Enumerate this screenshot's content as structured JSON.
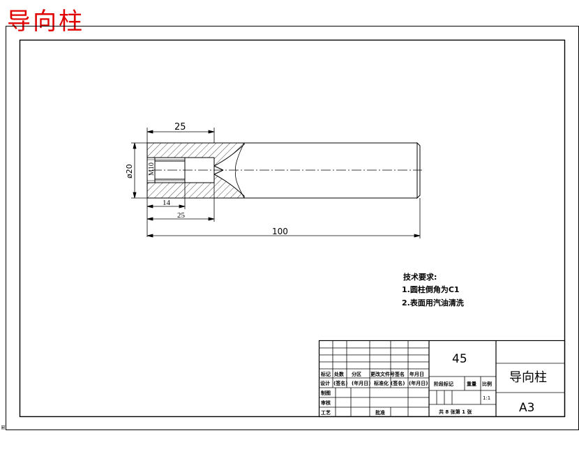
{
  "header": {
    "title": "导向柱"
  },
  "drawing": {
    "dim_hole_depth_top": "25",
    "dim_diameter": "ø20",
    "dim_thread": "M10",
    "dim_thread_depth": "14",
    "dim_counterbore_depth": "25",
    "dim_length": "100"
  },
  "tech_requirements": {
    "heading": "技术要求:",
    "items": [
      "1.圆柱倒角为C1",
      "2.表面用汽油清洗"
    ]
  },
  "title_block": {
    "material": "45",
    "part_name": "导向柱",
    "sheet_size": "A3",
    "row_headers": [
      "标记",
      "处数",
      "分区",
      "更改文件号",
      "签名",
      "年月日"
    ],
    "design_row": [
      "设计",
      "(签名)",
      "(年月日)",
      "标准化",
      "(签名)",
      "(年月日)"
    ],
    "drawing_label": "制图",
    "review_label": "审核",
    "process_label": "工艺",
    "approve_label": "批准",
    "stage_label": "阶段标记",
    "weight_label": "重量",
    "scale_label": "比例",
    "scale_value": "1:1",
    "sheets_text": "共 8 张第 1 张"
  },
  "margin_mark": "图"
}
